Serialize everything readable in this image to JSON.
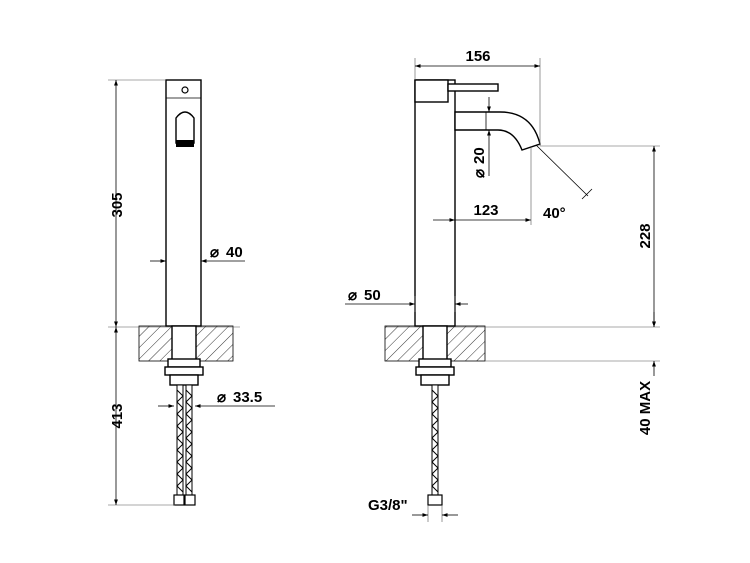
{
  "front_view": {
    "height_above": "305",
    "height_below": "413",
    "spout_diameter": "40",
    "hose_diameter": "33.5"
  },
  "side_view": {
    "reach_total": "156",
    "outlet_diameter": "20",
    "reach_spout": "123",
    "angle": "40°",
    "height_spout": "228",
    "base_diameter": "50",
    "max_thickness": "40 MAX",
    "thread": "G3/8\""
  },
  "symbols": {
    "diameter": "⌀"
  },
  "colors": {
    "line": "#000000",
    "background": "#ffffff"
  }
}
